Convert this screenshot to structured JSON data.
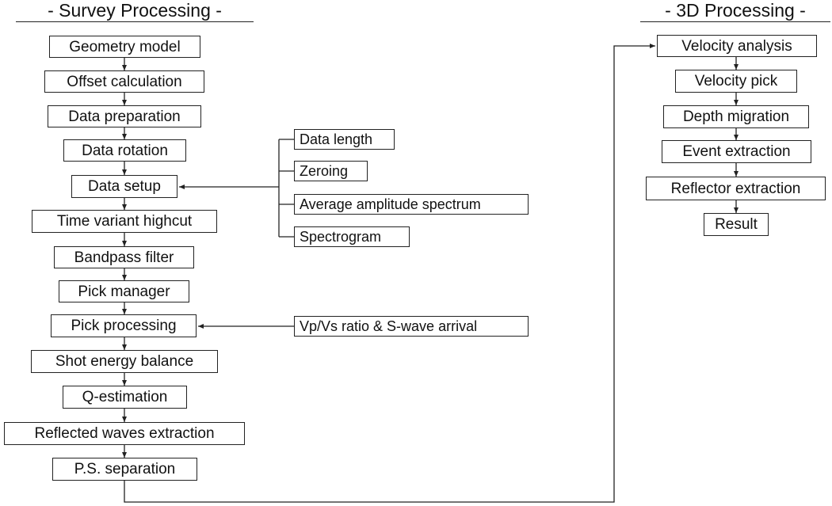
{
  "headings": {
    "survey": "- Survey Processing -",
    "three_d": "- 3D Processing -"
  },
  "survey_steps": [
    "Geometry model",
    "Offset calculation",
    "Data preparation",
    "Data rotation",
    "Data setup",
    "Time variant highcut",
    "Bandpass filter",
    "Pick manager",
    "Pick processing",
    "Shot energy balance",
    "Q-estimation",
    "Reflected waves extraction",
    "P.S. separation"
  ],
  "data_setup_options": [
    "Data length",
    "Zeroing",
    "Average amplitude spectrum",
    "Spectrogram"
  ],
  "pick_input": "Vp/Vs ratio & S-wave arrival",
  "three_d_steps": [
    "Velocity analysis",
    "Velocity pick",
    "Depth migration",
    "Event extraction",
    "Reflector extraction",
    "Result"
  ]
}
